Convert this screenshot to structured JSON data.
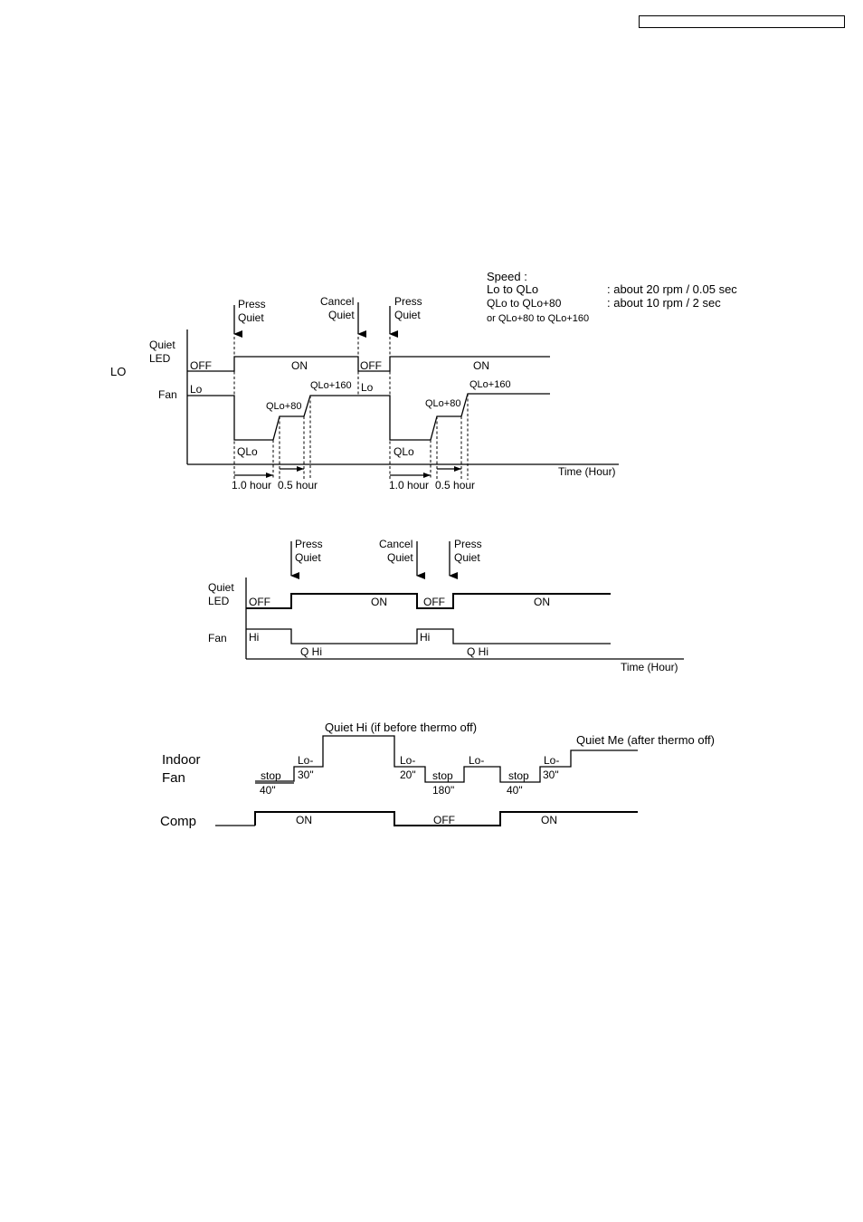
{
  "header": {
    "box_text": ""
  },
  "legend": {
    "title": "Speed :",
    "rows": [
      {
        "label": "Lo to QLo",
        "value": ": about 20 rpm / 0.05 sec"
      },
      {
        "label": "QLo to QLo+80",
        "value": ": about 10 rpm / 2 sec"
      },
      {
        "label": "or QLo+80 to QLo+160",
        "value": ""
      }
    ]
  },
  "chart1": {
    "mode": "LO",
    "press1": [
      "Press",
      "Quiet"
    ],
    "cancel": [
      "Cancel",
      "Quiet"
    ],
    "press2": [
      "Press",
      "Quiet"
    ],
    "row_led": [
      "Quiet",
      "LED"
    ],
    "row_fan": "Fan",
    "off1": "OFF",
    "on1": "ON",
    "off2": "OFF",
    "on2": "ON",
    "lo1": "Lo",
    "lo2": "Lo",
    "qlo80_1": "QLo+80",
    "qlo160_1": "QLo+160",
    "qlo80_2": "QLo+80",
    "qlo160_2": "QLo+160",
    "qlo1": "QLo",
    "qlo2": "QLo",
    "hour1a": "1.0 hour",
    "hour1b": "0.5 hour",
    "hour2a": "1.0 hour",
    "hour2b": "0.5 hour",
    "time_axis": "Time (Hour)"
  },
  "chart2": {
    "press1": [
      "Press",
      "Quiet"
    ],
    "cancel": [
      "Cancel",
      "Quiet"
    ],
    "press2": [
      "Press",
      "Quiet"
    ],
    "row_led": [
      "Quiet",
      "LED"
    ],
    "row_fan": "Fan",
    "off1": "OFF",
    "on1": "ON",
    "off2": "OFF",
    "on2": "ON",
    "hi1": "Hi",
    "hi2": "Hi",
    "qhi1": "Q Hi",
    "qhi2": "Q Hi",
    "time_axis": "Time (Hour)"
  },
  "chart3": {
    "row_fan": [
      "Indoor",
      "Fan"
    ],
    "row_comp": "Comp",
    "quiet_hi": "Quiet Hi (if before thermo off)",
    "quiet_me": "Quiet Me (after thermo off)",
    "stop1": "stop",
    "t40a": "40\"",
    "lo1": "Lo-",
    "t30a": "30\"",
    "lo2": "Lo-",
    "t20": "20\"",
    "stop2": "stop",
    "t180": "180\"",
    "lo3": "Lo-",
    "stop3": "stop",
    "t40b": "40\"",
    "lo4": "Lo-",
    "t30b": "30\"",
    "on1": "ON",
    "off": "OFF",
    "on2": "ON"
  }
}
